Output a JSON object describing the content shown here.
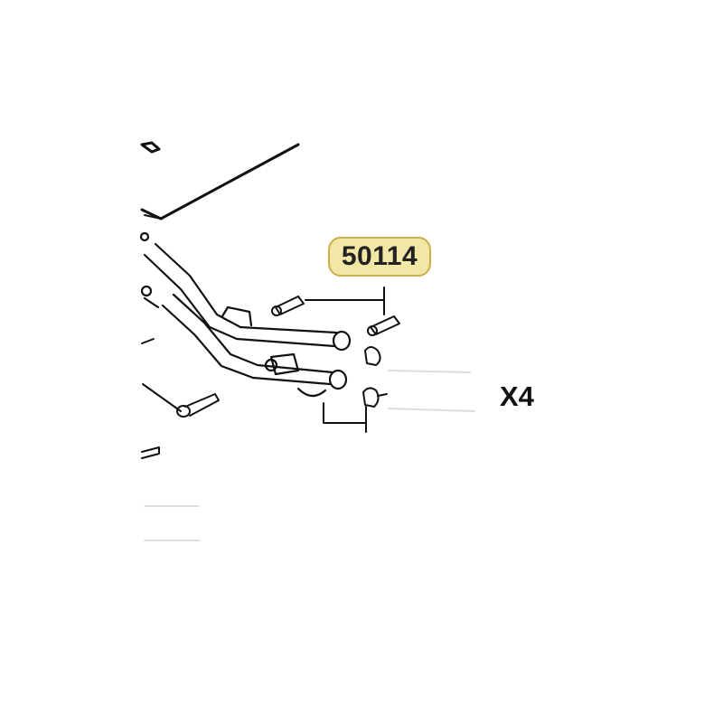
{
  "callout": {
    "part_number": "50114",
    "fill": "#f3e7a6",
    "border": "#c9b04a"
  },
  "quantity": {
    "label": "X4"
  },
  "drawing": {
    "line_color": "#111111",
    "style": "black-and-white line-art exploded assembly view"
  }
}
